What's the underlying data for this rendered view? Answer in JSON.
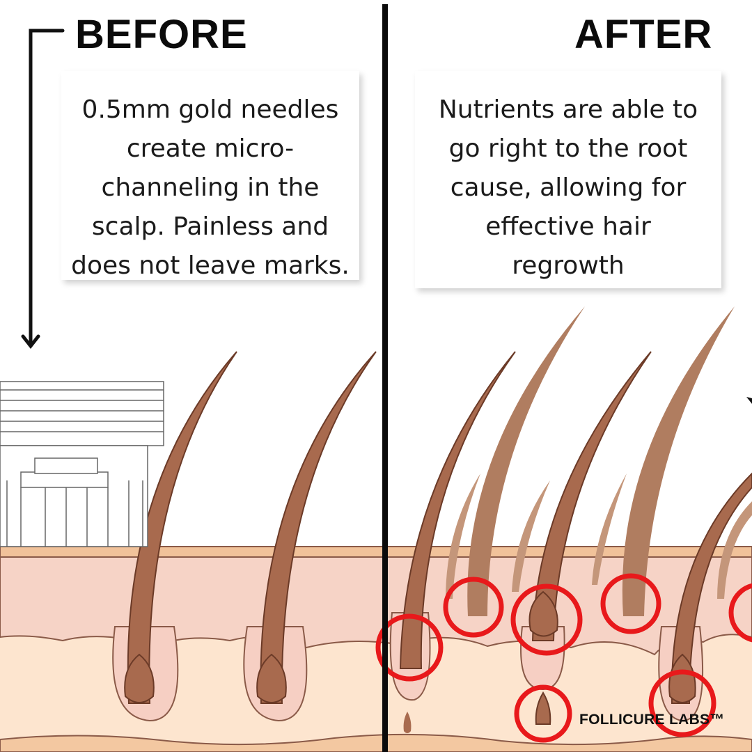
{
  "before": {
    "heading": "BEFORE",
    "caption": "0.5mm gold needles\ncreate micro-\nchanneling in the\nscalp. Painless and\ndoes not leave marks."
  },
  "after": {
    "heading": "AFTER",
    "caption": "Nutrients are able to\ngo right to the root\ncause, allowing for\neffective hair\nregrowth"
  },
  "brand": "FOLLICURE LABS™",
  "colors": {
    "skin_top": "#f1c29a",
    "dermis": "#f6d3c6",
    "subcutis": "#fde5cf",
    "hair": "#a86a4e",
    "hair_outline": "#6b3a27",
    "highlight_circle": "#e8191b"
  }
}
